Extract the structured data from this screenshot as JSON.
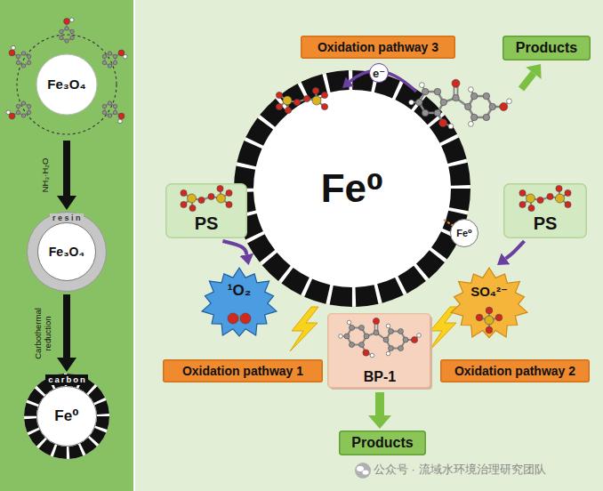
{
  "diagram": {
    "nodes": [
      {
        "text": [
          "Fe₃O₄"
        ]
      },
      {
        "text": [
          "resin"
        ]
      },
      {
        "text": [
          "Fe₃O₄"
        ],
        "in": 1
      },
      {
        "text": [
          "carbon"
        ]
      },
      {
        "text": [
          "Fe⁰"
        ],
        "in": 3
      },
      {
        "text": [
          "Oxidation pathway 3"
        ]
      },
      {
        "text": [
          "Products"
        ]
      },
      {
        "text": [
          "Fe⁰"
        ]
      },
      {
        "text": [
          "PS"
        ]
      },
      {
        "text": [
          "PS"
        ]
      },
      {
        "text": [
          "Fe⁰"
        ]
      },
      {
        "text": [
          "¹O₂"
        ]
      },
      {
        "text": [
          "SO₄²⁻"
        ]
      },
      {
        "text": [
          "BP-1"
        ]
      },
      {
        "text": [
          "Oxidation pathway 1"
        ]
      },
      {
        "text": [
          "Oxidation pathway 2"
        ]
      },
      {
        "text": [
          "Products"
        ]
      }
    ],
    "edges": [
      {
        "from": 0,
        "to": 1,
        "arrow": "to",
        "label": "NH₃·H₂O"
      },
      {
        "from": 1,
        "to": 3,
        "arrow": "to",
        "label": "Carbothermal reduction"
      },
      {
        "from": 8,
        "to": 11,
        "arrow": "to"
      },
      {
        "from": 9,
        "to": 12,
        "arrow": "to"
      },
      {
        "from": 13,
        "to": 16,
        "arrow": "to"
      }
    ],
    "labels": [
      "e⁻",
      "公众号 · 流域水环境治理研究团队"
    ]
  }
}
